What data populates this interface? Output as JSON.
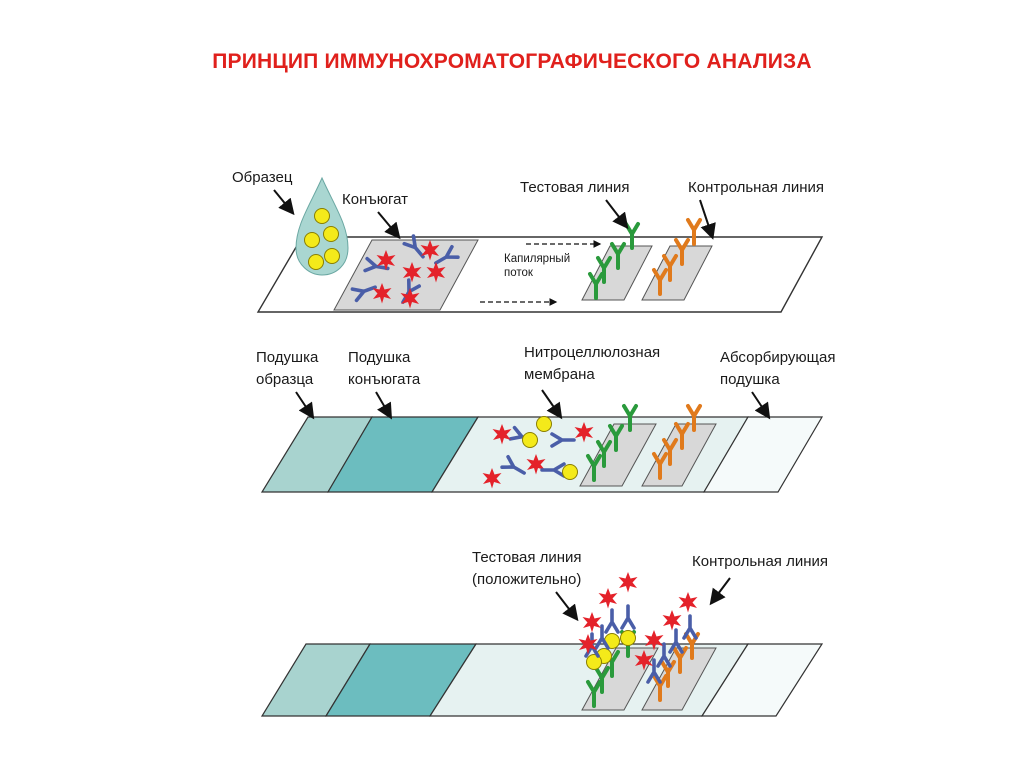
{
  "title": "ПРИНЦИП ИММУНОХРОМАТОГРАФИЧЕСКОГО АНАЛИЗА",
  "panel1": {
    "sample": "Образец",
    "conjugate": "Конъюгат",
    "test_line": "Тестовая линия",
    "control_line": "Контрольная линия",
    "flow_line1": "Капилярный",
    "flow_line2": "поток"
  },
  "panel2": {
    "sample_pad_line1": "Подушка",
    "sample_pad_line2": "образца",
    "conjugate_pad_line1": "Подушка",
    "conjugate_pad_line2": "конъюгата",
    "membrane_line1": "Нитроцеллюлозная",
    "membrane_line2": "мембрана",
    "absorbent_line1": "Абсорбирующая",
    "absorbent_line2": "подушка"
  },
  "panel3": {
    "test_line1": "Тестовая линия",
    "test_line2": "(положительно)",
    "control_line": "Контрольная линия"
  },
  "colors": {
    "title": "#e0201c",
    "sample_drop": "#a9d6d1",
    "sample_pad": "#a8d3cf",
    "conjugate_pad": "#6cbdbf",
    "membrane": "#e6f2f1",
    "absorbent_pad": "#f5fafa",
    "line_zone": "#d8d8d8",
    "test_antibody": "#2a9a3c",
    "control_antibody": "#e07a1c",
    "conjugate_antibody": "#4a5ea8",
    "gold_label": "#e4222a",
    "antigen": "#f4ea1a"
  }
}
